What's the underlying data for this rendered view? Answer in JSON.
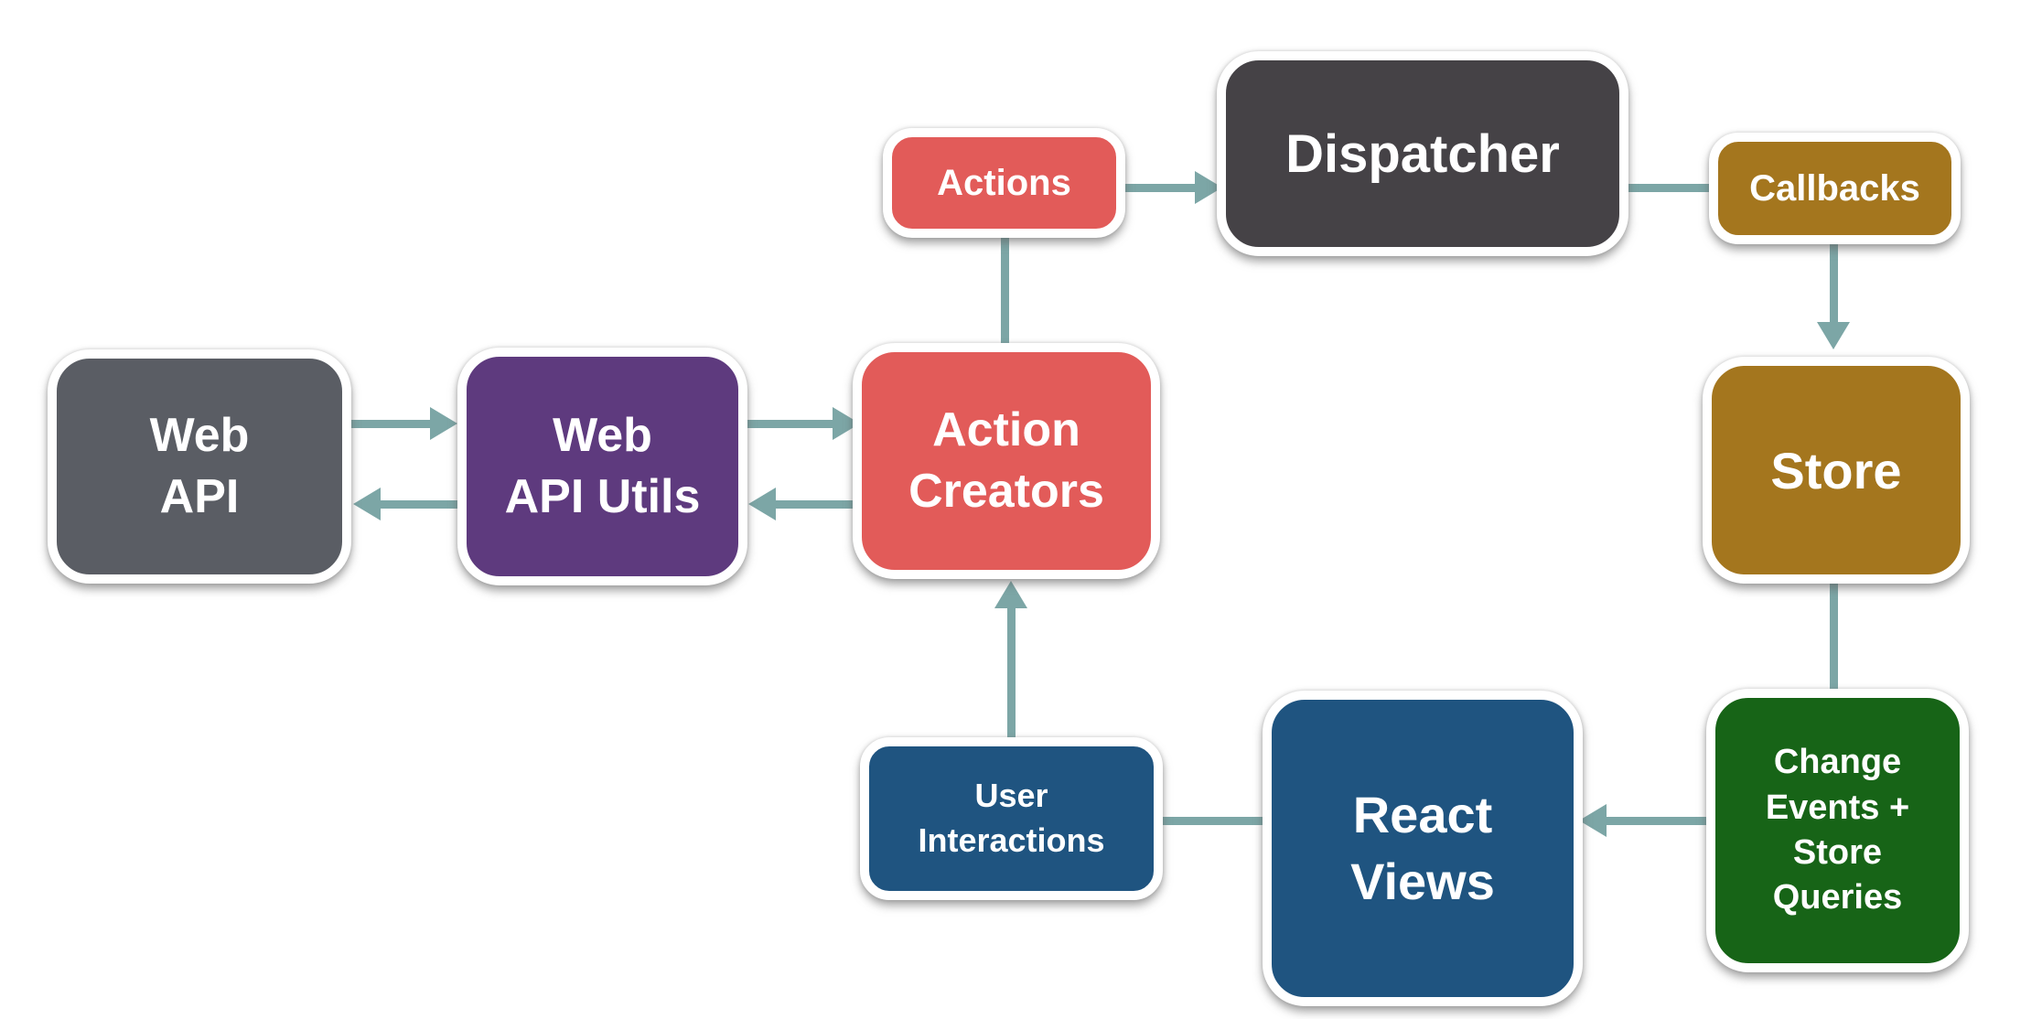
{
  "diagram": {
    "type": "flowchart",
    "connectors": {
      "color": "#7CA6A6",
      "edges": [
        {
          "from": "Web API",
          "to": "Web API Utils",
          "arrowhead": true
        },
        {
          "from": "Web API Utils",
          "to": "Web API",
          "arrowhead": true
        },
        {
          "from": "Web API Utils",
          "to": "Action Creators",
          "arrowhead": true
        },
        {
          "from": "Action Creators",
          "to": "Web API Utils",
          "arrowhead": true
        },
        {
          "from": "Action Creators",
          "to": "Actions",
          "arrowhead": false
        },
        {
          "from": "Actions",
          "to": "Dispatcher",
          "arrowhead": true
        },
        {
          "from": "Dispatcher",
          "to": "Callbacks",
          "arrowhead": false
        },
        {
          "from": "Callbacks",
          "to": "Store",
          "arrowhead": true
        },
        {
          "from": "Store",
          "to": "Change Events + Store Queries",
          "arrowhead": false
        },
        {
          "from": "Change Events + Store Queries",
          "to": "React Views",
          "arrowhead": true
        },
        {
          "from": "React Views",
          "to": "User Interactions",
          "arrowhead": false
        },
        {
          "from": "User Interactions",
          "to": "Action Creators",
          "arrowhead": true
        }
      ]
    },
    "nodes": {
      "web_api": {
        "label": "Web\nAPI",
        "color": "#5A5D64"
      },
      "web_api_utils": {
        "label": "Web\nAPI Utils",
        "color": "#5E3A7E"
      },
      "action_creators": {
        "label": "Action\nCreators",
        "color": "#E25B59"
      },
      "actions": {
        "label": "Actions",
        "color": "#E25B59"
      },
      "dispatcher": {
        "label": "Dispatcher",
        "color": "#454246"
      },
      "callbacks": {
        "label": "Callbacks",
        "color": "#A4761E"
      },
      "store": {
        "label": "Store",
        "color": "#A4761E"
      },
      "change_events": {
        "label": "Change\nEvents +\nStore\nQueries",
        "color": "#176417"
      },
      "react_views": {
        "label": "React\nViews",
        "color": "#1F5480"
      },
      "user_interactions": {
        "label": "User\nInteractions",
        "color": "#1F5480"
      }
    }
  }
}
